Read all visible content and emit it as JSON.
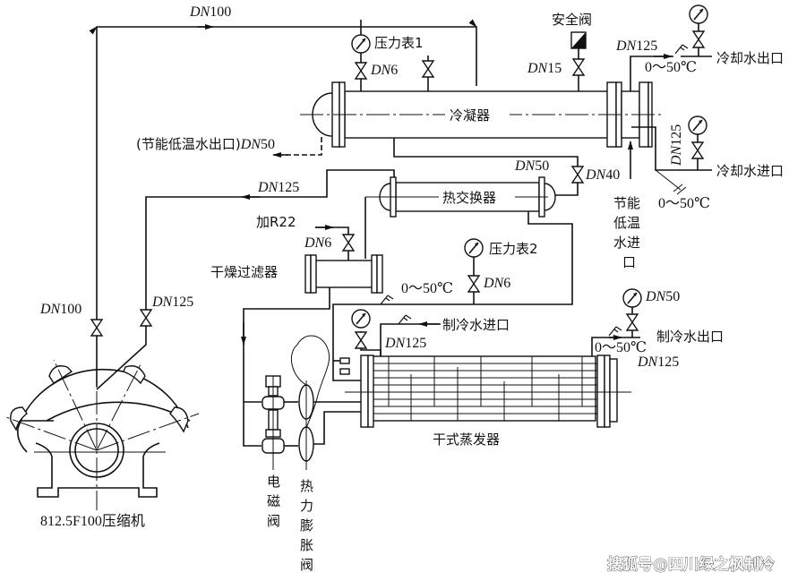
{
  "diagram": {
    "title": "R22 refrigeration system piping schematic",
    "components": {
      "compressor": "812.5F100压缩机",
      "condenser": "冷凝器",
      "heat_exchanger": "热交换器",
      "dryer_filter": "干燥过滤器",
      "evaporator": "干式蒸发器",
      "solenoid_valve": "电磁阀",
      "expansion_valve": "热力膨胀阀",
      "safety_valve": "安全阀",
      "pressure_gauge_1": "压力表1",
      "pressure_gauge_2": "压力表2"
    },
    "labels": {
      "discharge_pipe": "DN100",
      "discharge_valve": "DN100",
      "suction_pipe": "DN125",
      "suction_valve": "DN125",
      "gauge1_valve": "DN6",
      "safety_valve_size": "DN15",
      "cooling_water_out_size": "DN125",
      "cooling_water_out": "冷却水出口",
      "cooling_water_out_temp": "0～50℃",
      "cooling_water_in_size": "DN125",
      "cooling_water_in": "冷却水进口",
      "cooling_water_in_temp": "0～50℃",
      "energy_saving_out": "(节能低温水出口)DN50",
      "energy_saving_in": "节能低温水进口",
      "condenser_to_hx": "DN50",
      "hx_valve": "DN40",
      "add_refrigerant": "加R22",
      "charge_valve": "DN6",
      "gauge2_valve": "DN6",
      "liquid_temp": "0～50℃",
      "chilled_water_in": "制冷水进口",
      "chilled_water_in_size": "DN125",
      "chilled_water_out": "制冷水出口",
      "chilled_water_out_size": "DN125",
      "chilled_water_out_temp": "0～50℃",
      "chilled_gauge_valve": "DN50"
    },
    "watermark": "搜狐号@四川绿之枫制冷"
  }
}
